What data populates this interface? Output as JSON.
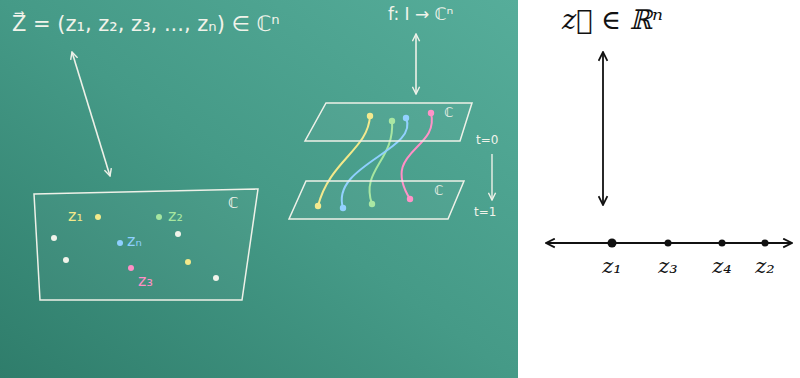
{
  "diagram": {
    "nodes": [
      {
        "text": [
          "ℂ",
          "z₁",
          "z₂",
          "zₙ",
          "z₃"
        ]
      },
      {
        "text": [
          "ℂ"
        ]
      },
      {
        "text": [
          "ℂ"
        ]
      }
    ],
    "labels": [
      "Z⃗ = (z₁, z₂, z₃, ..., zₙ) ∈ ℂⁿ",
      "f: I → ℂⁿ",
      "t=0",
      "t=1",
      "z⃗ ∈ ℝⁿ",
      "z₁",
      "z₃",
      "z₄",
      "z₂"
    ]
  }
}
